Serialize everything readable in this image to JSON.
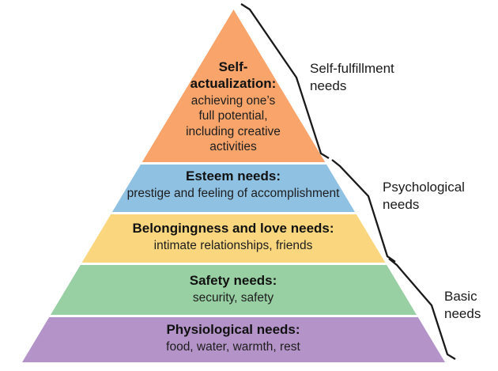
{
  "pyramid": {
    "levels": [
      {
        "id": "self-actualization",
        "title": "Self-\nactualization:",
        "desc": "achieving one’s\nfull potential,\nincluding creative\nactivities",
        "color": "#F9A46B"
      },
      {
        "id": "esteem",
        "title": "Esteem needs:",
        "desc": "prestige and feeling of accomplishment",
        "color": "#8FC1E3"
      },
      {
        "id": "belongingness-love",
        "title": "Belongingness and love needs:",
        "desc": "intimate relationships, friends",
        "color": "#FAD77F"
      },
      {
        "id": "safety",
        "title": "Safety needs:",
        "desc": "security, safety",
        "color": "#98D0A3"
      },
      {
        "id": "physiological",
        "title": "Physiological needs:",
        "desc": "food, water, warmth, rest",
        "color": "#B494C8"
      }
    ]
  },
  "side_labels": [
    {
      "id": "self-fulfillment",
      "text": "Self-fulfillment\nneeds"
    },
    {
      "id": "psychological",
      "text": "Psychological\nneeds"
    },
    {
      "id": "basic",
      "text": "Basic\nneeds"
    }
  ],
  "colors": {
    "bracket": "#1a1a1a",
    "background": "#ffffff"
  }
}
